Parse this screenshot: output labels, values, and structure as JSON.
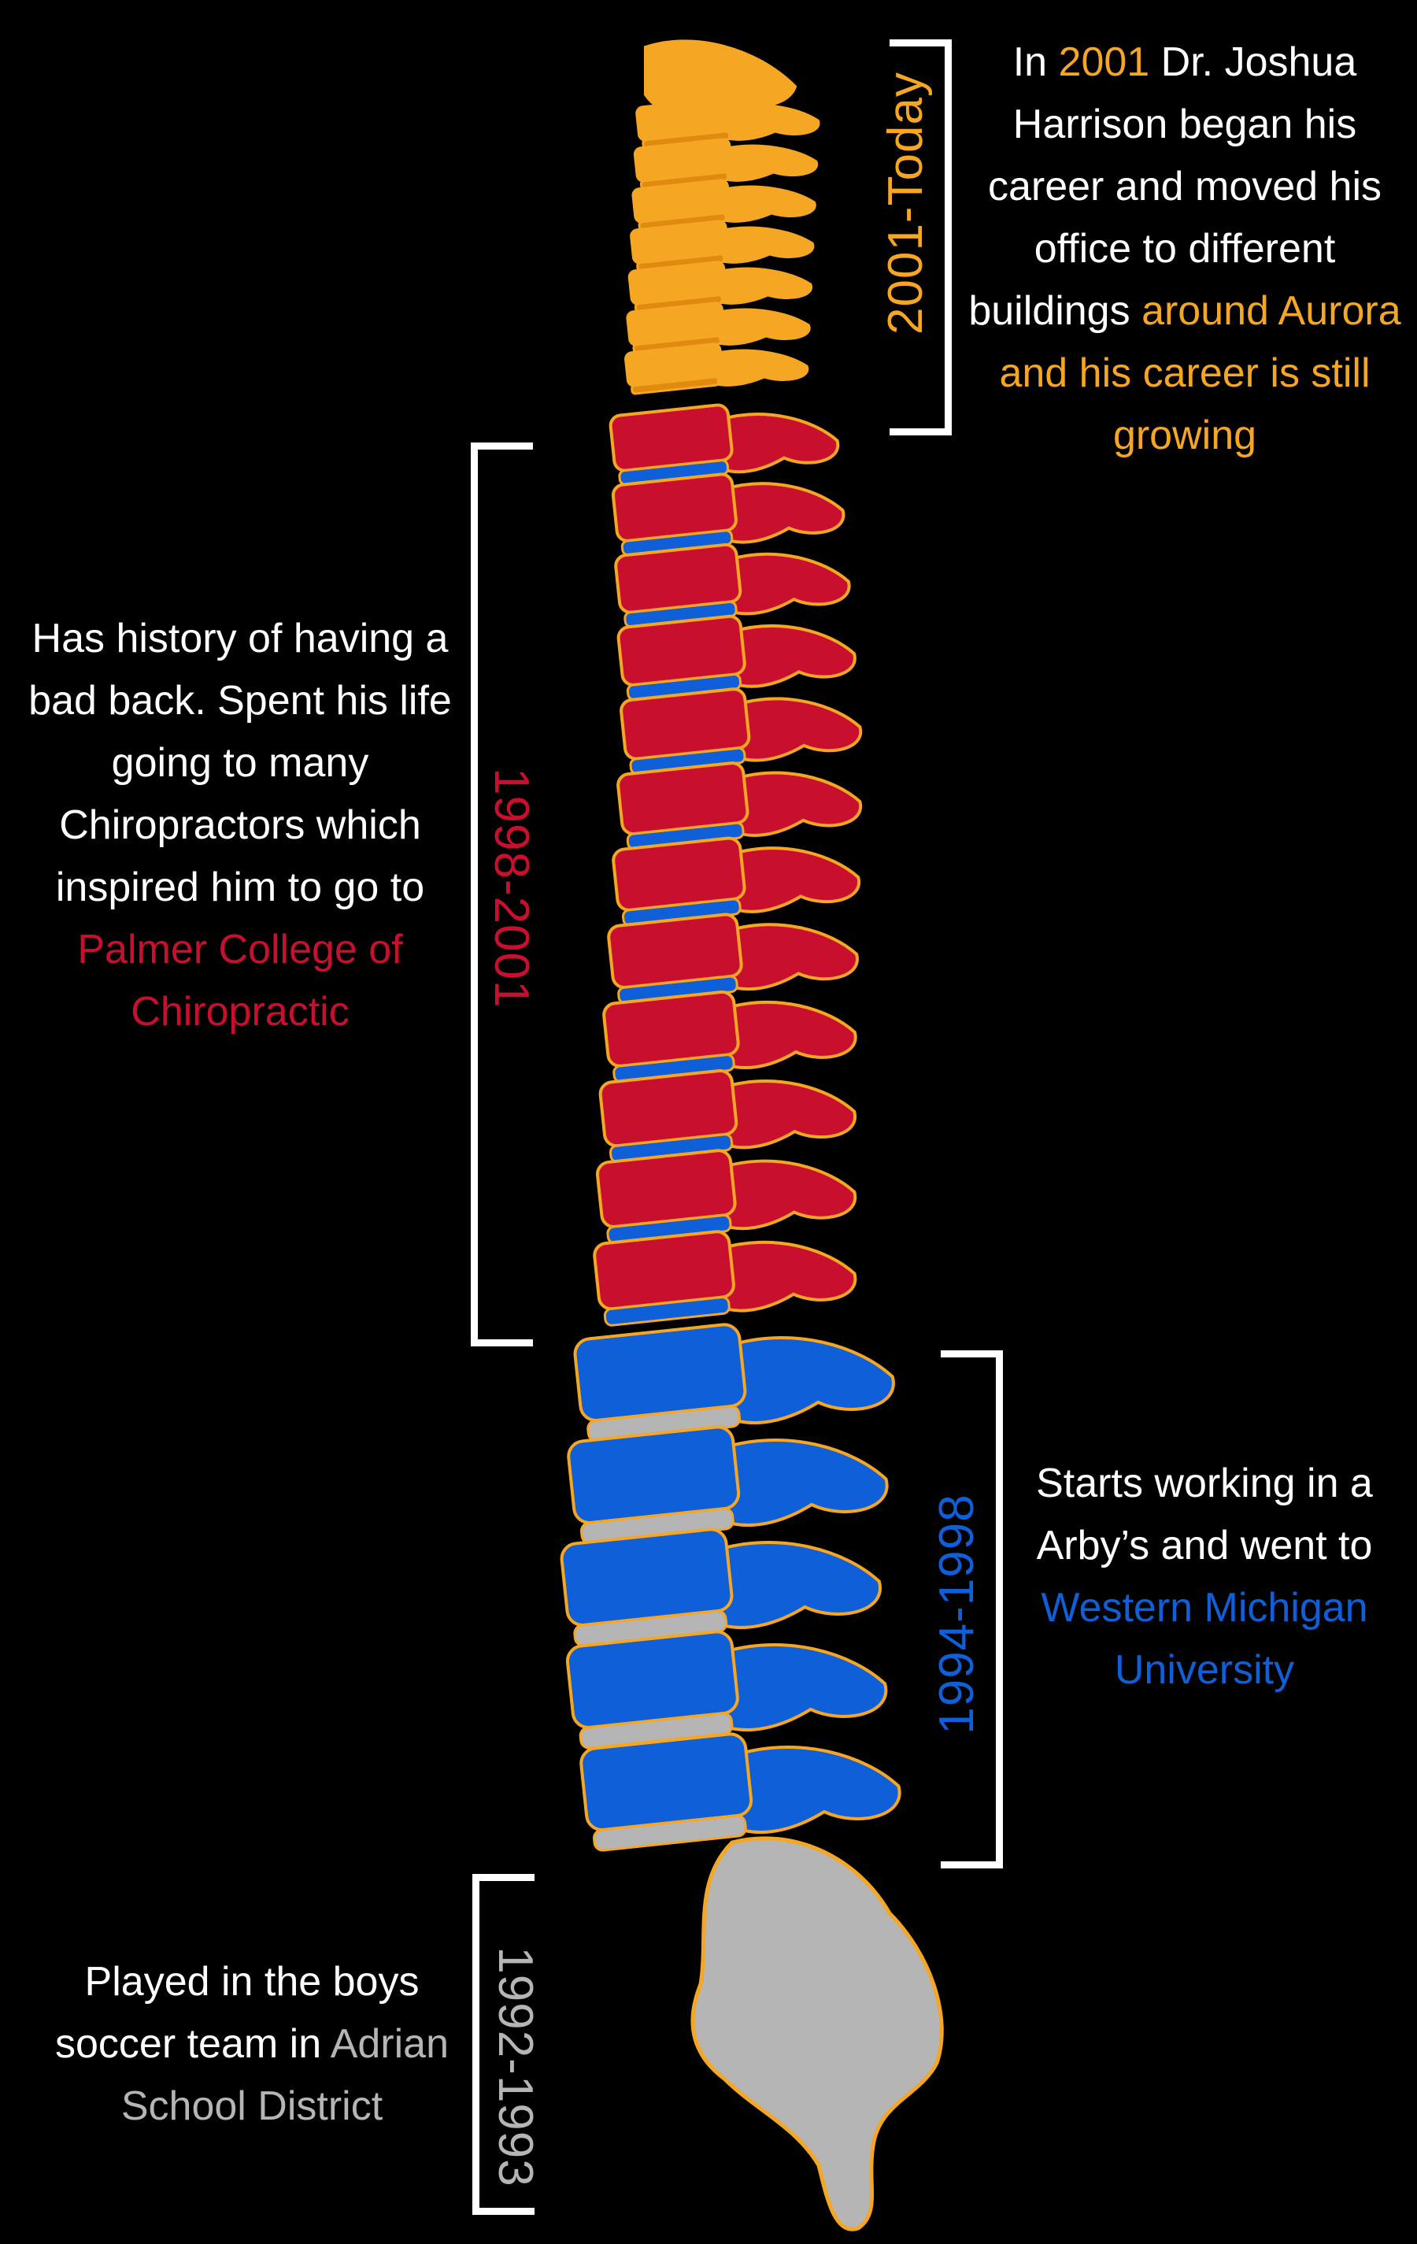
{
  "colors": {
    "yellow": "#f5a623",
    "red": "#c8102e",
    "blue": "#0f5fd8",
    "gray": "#b5b5b5",
    "outline": "#f5a623",
    "background": "#000000"
  },
  "sections": {
    "s2001": {
      "period": "2001-Today",
      "text_1": "In ",
      "hl_1": "2001",
      "text_2": " Dr. Joshua Harrison began his career and moved his office to different buildings ",
      "hl_2": "around Aurora and his career is still growing"
    },
    "s1998": {
      "period": "1998-2001",
      "text_1": "Has history of having a bad back. Spent his life going to many Chiropractors which inspired him to go to ",
      "hl_1": "Palmer College of Chiropractic"
    },
    "s1994": {
      "period": "1994-1998",
      "text_1": "Starts working in a Arby’s and went to ",
      "hl_1": "Western Michigan University"
    },
    "s1992": {
      "period": "1992-1993",
      "text_1": "Played in the boys soccer team in ",
      "hl_1": "Adrian",
      "text_2": " School District"
    }
  }
}
